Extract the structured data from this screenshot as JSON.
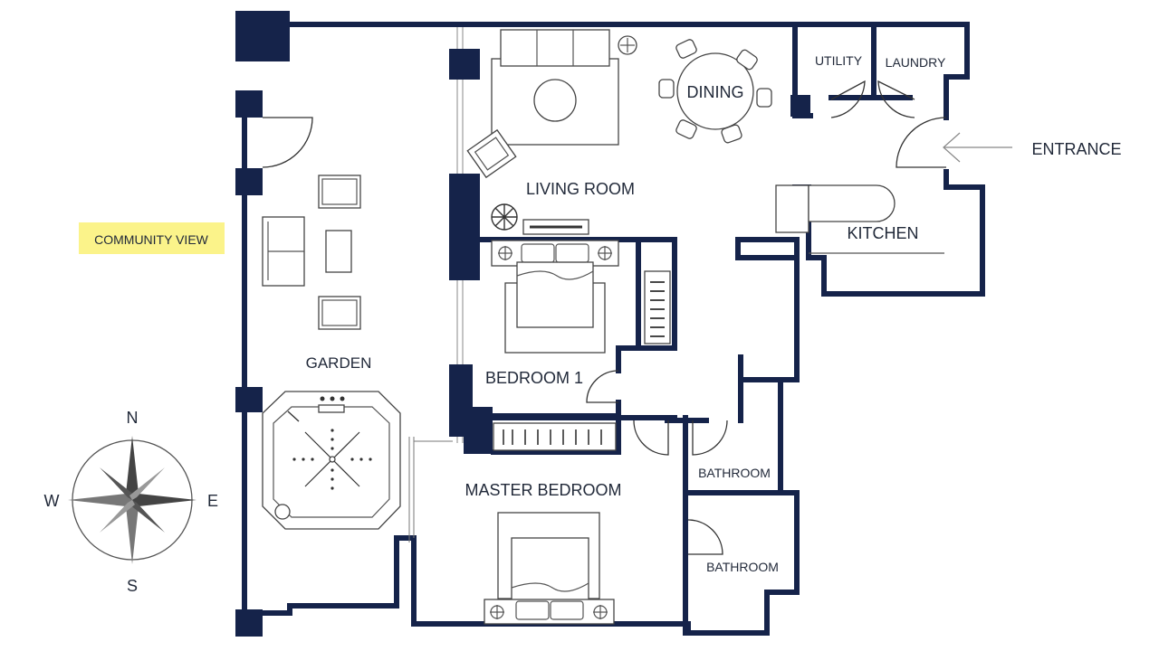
{
  "rooms": {
    "living_room": "LIVING ROOM",
    "dining": "DINING",
    "utility": "UTILITY",
    "laundry": "LAUNDRY",
    "kitchen": "KITCHEN",
    "garden": "GARDEN",
    "bedroom1": "BEDROOM 1",
    "master_bedroom": "MASTER BEDROOM",
    "bathroom_upper": "BATHROOM",
    "bathroom_lower": "BATHROOM"
  },
  "labels": {
    "entrance": "ENTRANCE",
    "community_view": "COMMUNITY VIEW"
  },
  "compass": {
    "n": "N",
    "s": "S",
    "e": "E",
    "w": "W"
  },
  "colors": {
    "wall": "#15234a",
    "highlight": "#fbf38a",
    "text": "#222a3a"
  }
}
